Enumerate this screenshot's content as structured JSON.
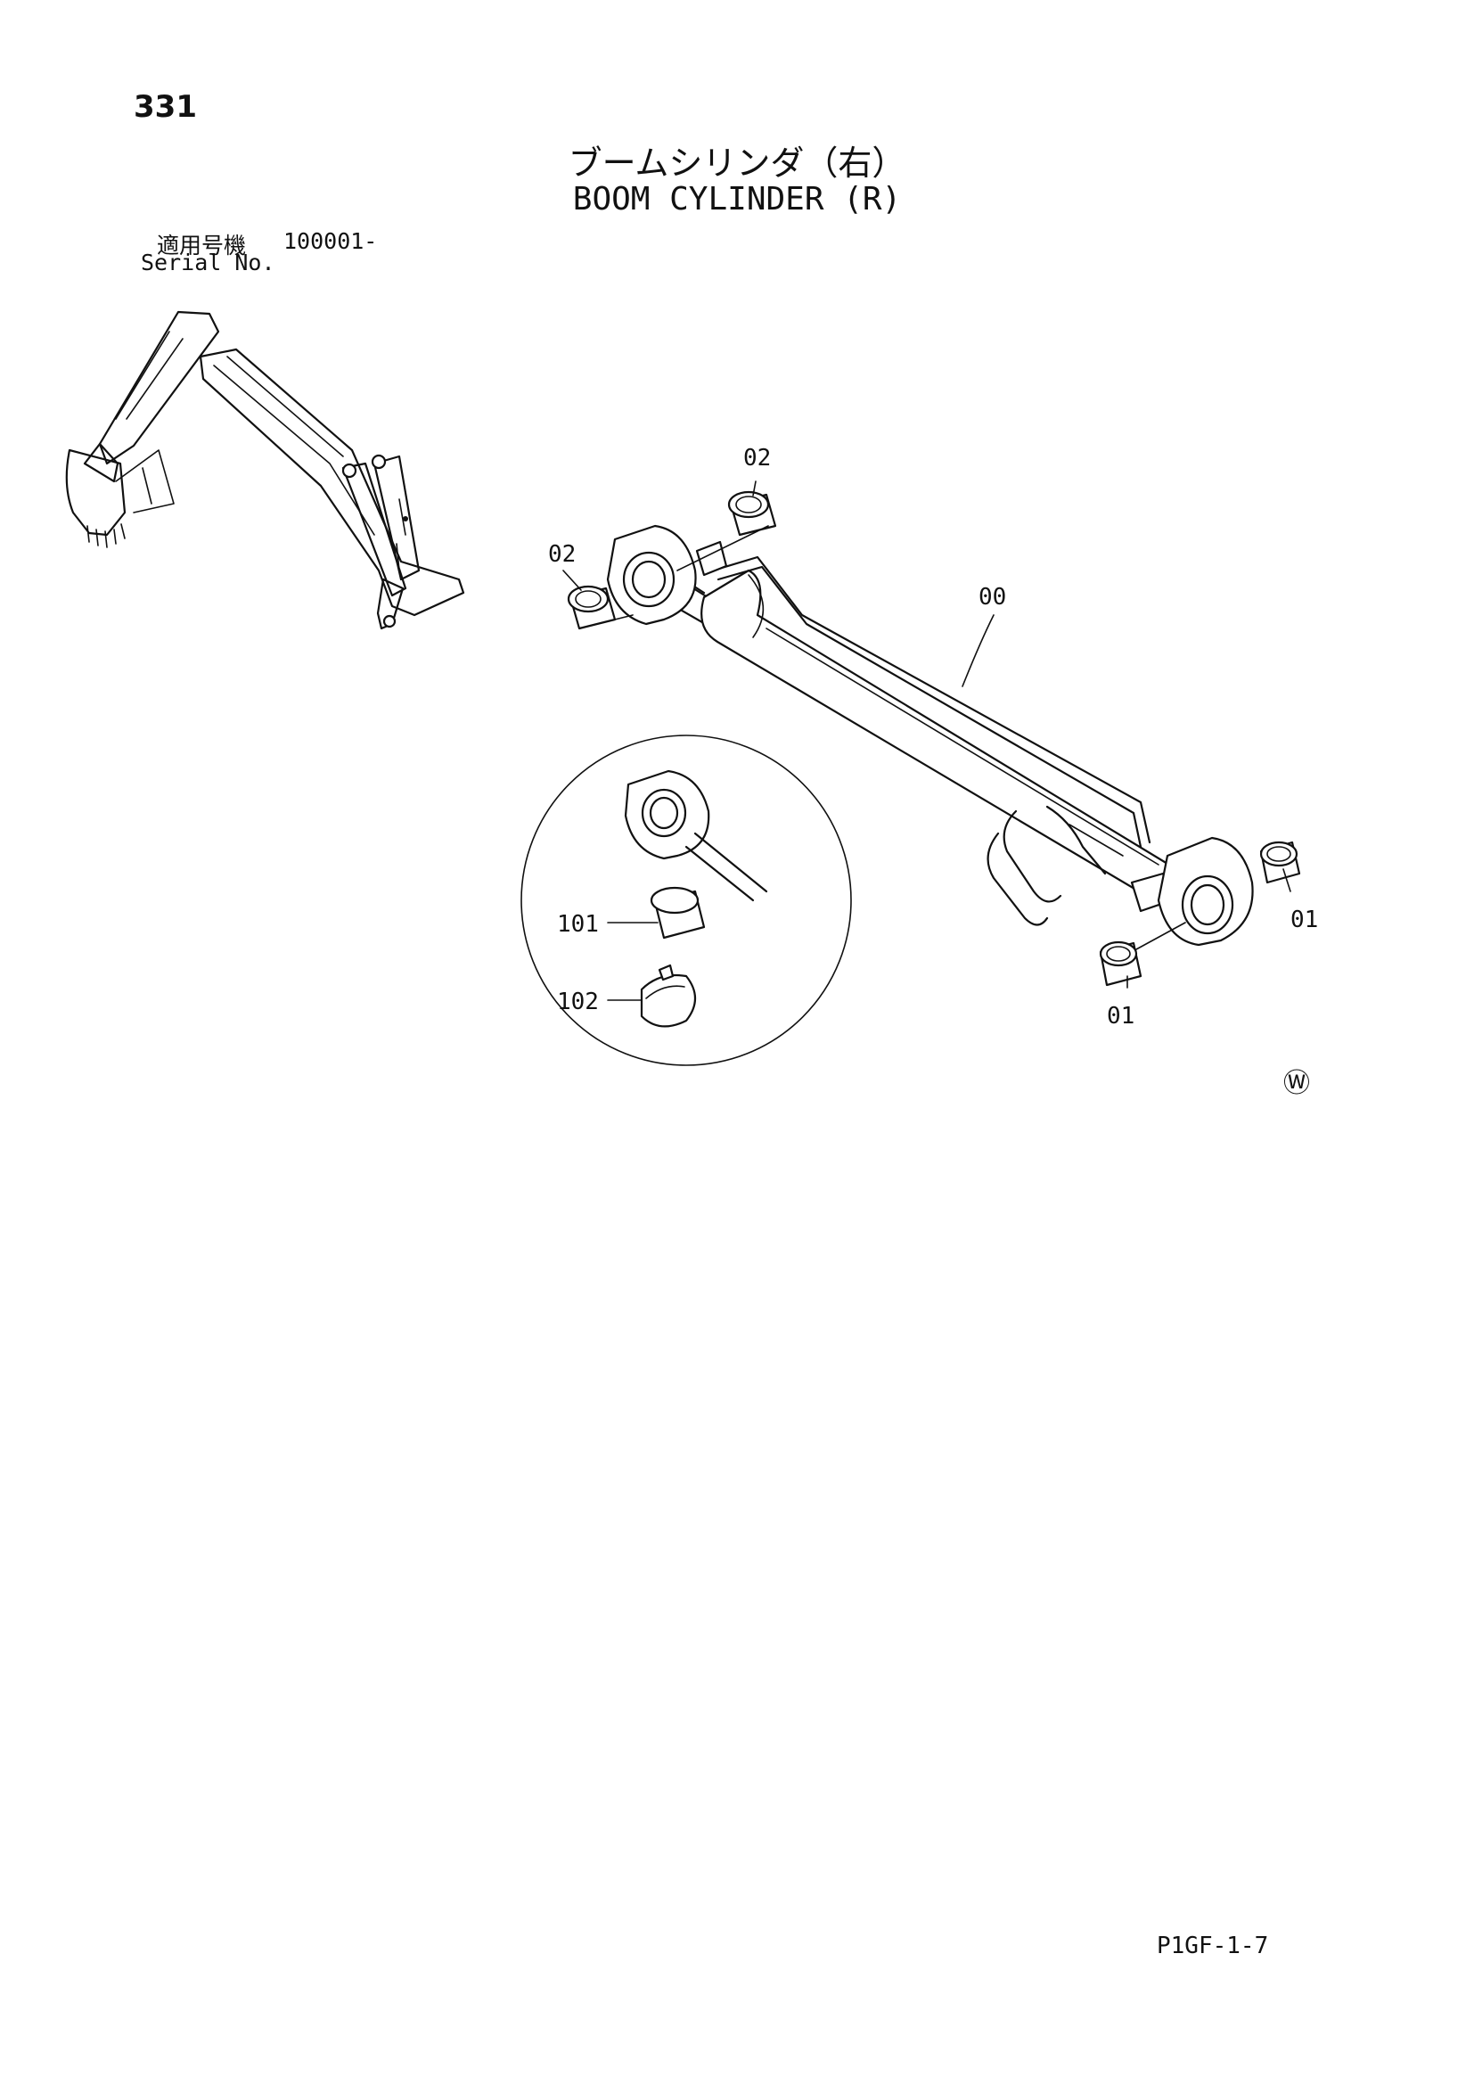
{
  "header": {
    "page_number": "331",
    "title_jp": "ブームシリンダ（右）",
    "title_en": "BOOM CYLINDER (R)",
    "serial_label_jp": "適用号機",
    "serial_value": "100001-",
    "serial_label_en": "Serial No."
  },
  "diagram": {
    "callouts": {
      "c02_top": "02",
      "c02_left": "02",
      "c00": "00",
      "c01_right": "01",
      "c01_bottom": "01",
      "c101": "101",
      "c102": "102"
    },
    "watermark_glyph": "Ⓦ"
  },
  "footer": {
    "page_code": "P1GF-1-7"
  }
}
